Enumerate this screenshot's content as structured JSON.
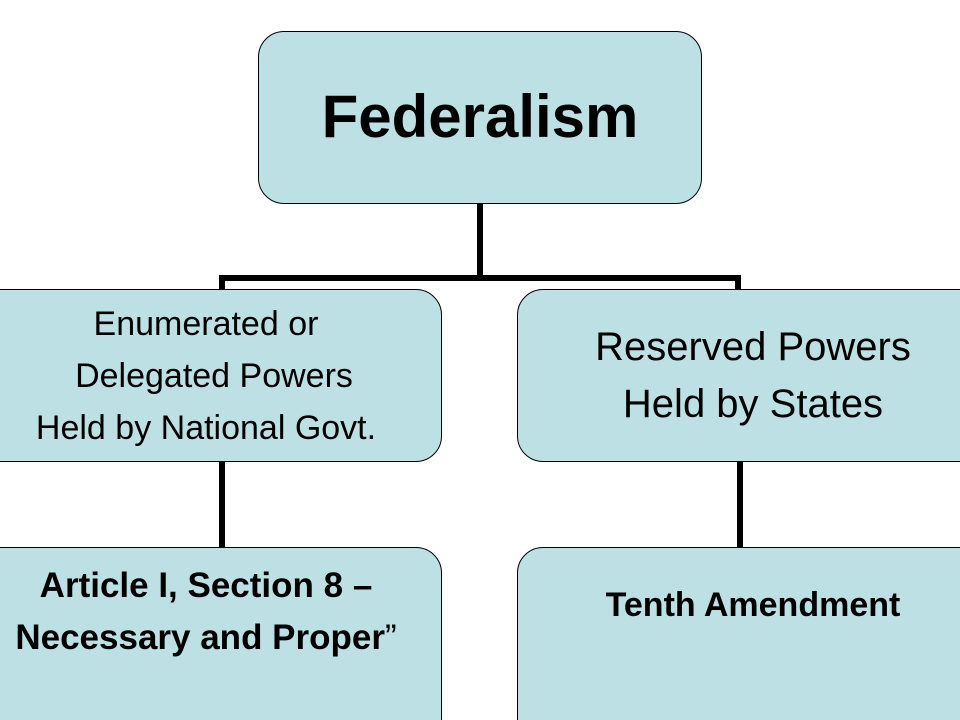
{
  "diagram": {
    "root": {
      "label": "Federalism"
    },
    "left": {
      "lines": [
        "Enumerated or",
        "Delegated Powers",
        "Held by National Govt."
      ],
      "child": {
        "lines": [
          "Article I, Section 8 –",
          "Necessary and Proper"
        ],
        "trailing_mark": "”"
      }
    },
    "right": {
      "lines": [
        "Reserved Powers",
        "Held by States"
      ],
      "child": {
        "label": "Tenth Amendment"
      }
    }
  },
  "colors": {
    "box_fill": "#bde0e4",
    "box_border": "#000000",
    "connector": "#000000",
    "text": "#000000"
  }
}
